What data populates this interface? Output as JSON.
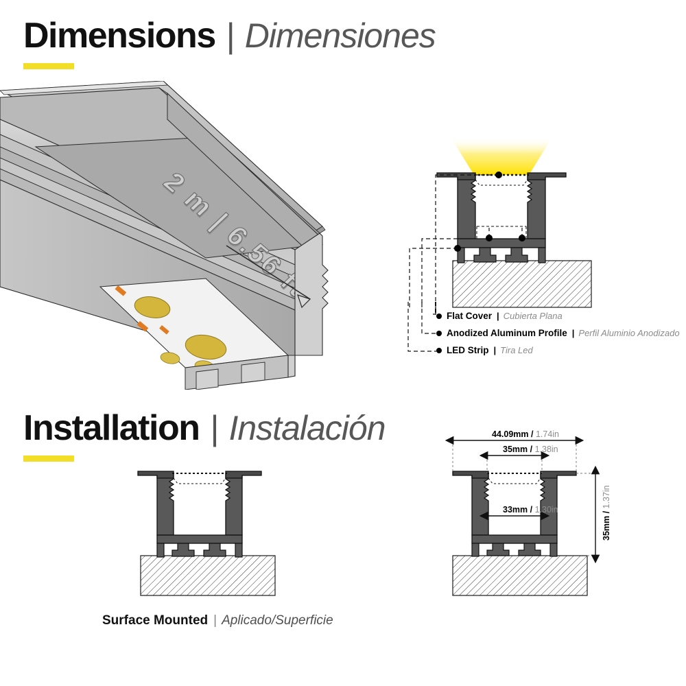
{
  "page": {
    "accent_color": "#f2de26",
    "profile_color": "#595959",
    "glow_color": "#ffe000"
  },
  "sections": [
    {
      "id": "dimensions",
      "title_en": "Dimensions",
      "title_es": "Dimensiones",
      "separator": "|"
    },
    {
      "id": "installation",
      "title_en": "Installation",
      "title_es": "Instalación",
      "separator": "|"
    }
  ],
  "product_render": {
    "embossed_label": "2 m | 6.56 ft",
    "length_metric": "2 m",
    "length_imperial": "6.56 ft"
  },
  "legend": {
    "separator": "|",
    "items": [
      {
        "en": "Flat Cover",
        "es": "Cubierta Plana"
      },
      {
        "en": "Anodized Aluminum Profile",
        "es": "Perfil Aluminio Anodizado"
      },
      {
        "en": "LED Strip",
        "es": "Tira Led"
      }
    ]
  },
  "installation": {
    "caption_en": "Surface Mounted",
    "caption_es": "Aplicado/Superficie",
    "caption_separator": "|"
  },
  "dimensions": {
    "outer_width": {
      "mm": "44.09mm",
      "in": "1.74in",
      "sep": " / "
    },
    "cover_width": {
      "mm": "35mm",
      "in": "1.38in",
      "sep": " / "
    },
    "inner_width": {
      "mm": "33mm",
      "in": "1.30in",
      "sep": " / "
    },
    "height": {
      "mm": "35mm",
      "in": "1.37in",
      "sep": " / "
    }
  }
}
